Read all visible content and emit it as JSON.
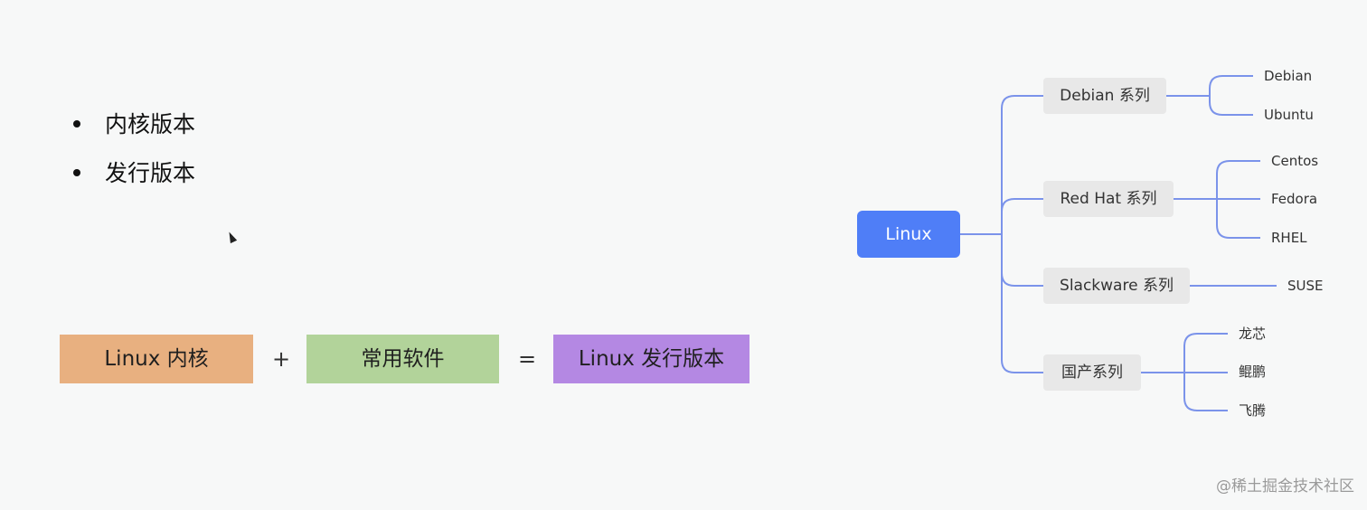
{
  "bullets": [
    "内核版本",
    "发行版本"
  ],
  "equation": {
    "kernel": "Linux 内核",
    "plus": "+",
    "software": "常用软件",
    "equals": "=",
    "distro": "Linux 发行版本",
    "colors": {
      "kernel": "#e8b080",
      "software": "#b2d39a",
      "distro": "#b488e3"
    }
  },
  "mindmap": {
    "root": "Linux",
    "root_color": "#4f7ef7",
    "line_color": "#7b93ea",
    "branch_color": "#e8e8e8",
    "branches": [
      {
        "label": "Debian 系列",
        "children": [
          "Debian",
          "Ubuntu"
        ]
      },
      {
        "label": "Red Hat 系列",
        "children": [
          "Centos",
          "Fedora",
          "RHEL"
        ]
      },
      {
        "label": "Slackware 系列",
        "children": [
          "SUSE"
        ]
      },
      {
        "label": "国产系列",
        "children": [
          "龙芯",
          "鲲鹏",
          "飞腾"
        ]
      }
    ]
  },
  "watermark": "@稀土掘金技术社区"
}
